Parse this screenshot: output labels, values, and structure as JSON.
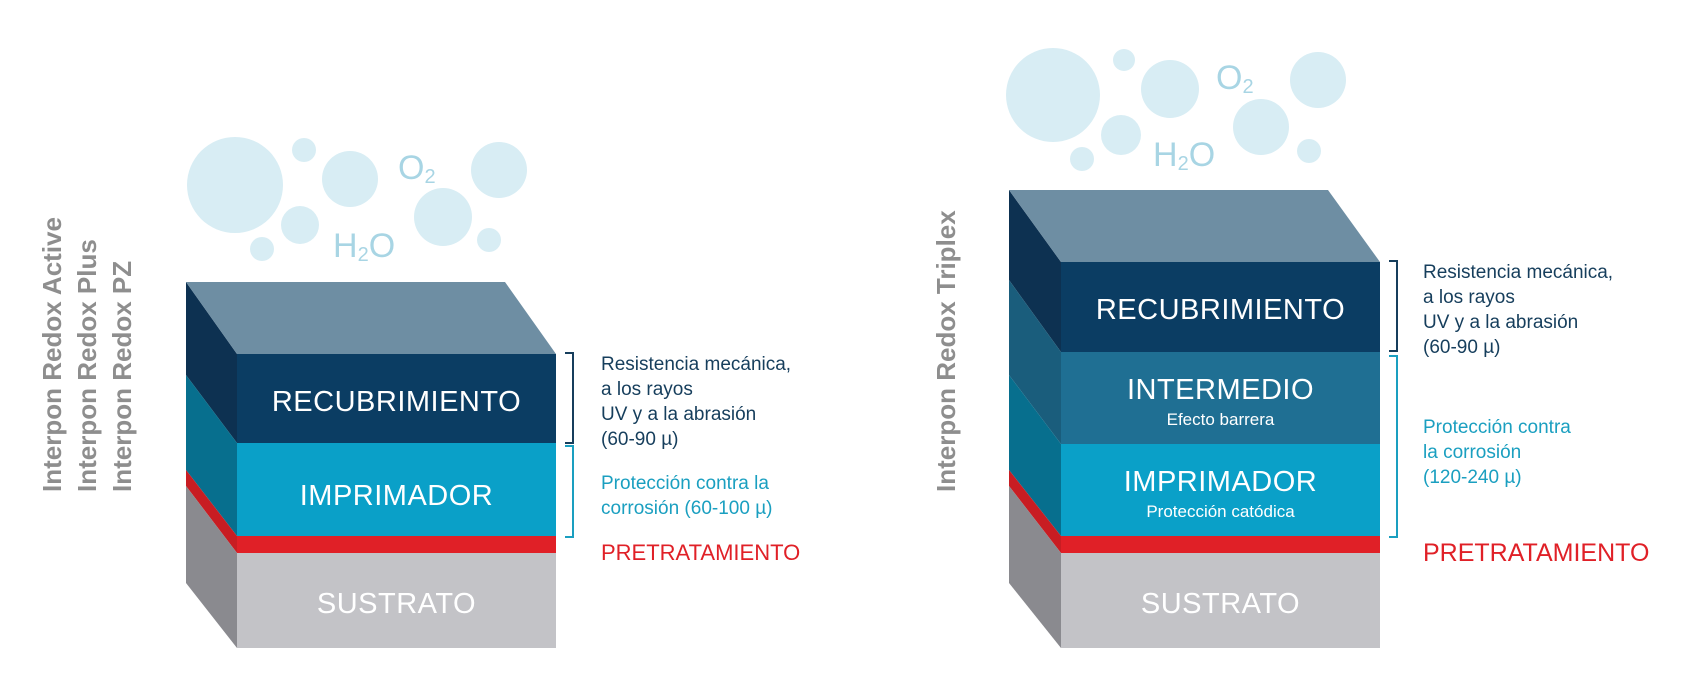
{
  "colors": {
    "coating": "#0b3d63",
    "intermediate": "#1f6f93",
    "primer": "#0aa0c8",
    "pretreatment": "#e02027",
    "substrate": "#c3c3c7",
    "top_face": "#6e8ea3",
    "bubble": "#d8edf4",
    "gas_text": "#a8d5e4",
    "dark_note": "#163e5c",
    "blue_note": "#1a9fc0",
    "red_note": "#e02027",
    "product_label": "#8e8e8e"
  },
  "left": {
    "products": [
      "Interpon Redox Active",
      "Interpon Redox Plus",
      "Interpon Redox PZ"
    ],
    "gas": {
      "o2_base": "O",
      "o2_sub": "2",
      "h2o_pre": "H",
      "h2o_sub": "2",
      "h2o_post": "O"
    },
    "layers": {
      "coating": "RECUBRIMIENTO",
      "primer": "IMPRIMADOR",
      "substrate": "SUSTRATO"
    },
    "notes": {
      "coating": "Resistencia mecánica,\na los rayos\nUV y a la abrasión\n(60-90 µ)",
      "primer": "Protección contra la\ncorrosión (60-100 µ)",
      "pretreatment": "PRETRATAMIENTO"
    }
  },
  "right": {
    "products": [
      "Interpon Redox Triplex"
    ],
    "gas": {
      "o2_base": "O",
      "o2_sub": "2",
      "h2o_pre": "H",
      "h2o_sub": "2",
      "h2o_post": "O"
    },
    "layers": {
      "coating": "RECUBRIMIENTO",
      "intermediate": "INTERMEDIO",
      "intermediate_sub": "Efecto barrera",
      "primer": "IMPRIMADOR",
      "primer_sub": "Protección catódica",
      "substrate": "SUSTRATO"
    },
    "notes": {
      "coating": "Resistencia mecánica,\na los rayos\nUV y a la abrasión\n(60-90 µ)",
      "corrosion": "Protección contra\nla corrosión\n(120-240 µ)",
      "pretreatment": "PRETRATAMIENTO"
    }
  }
}
